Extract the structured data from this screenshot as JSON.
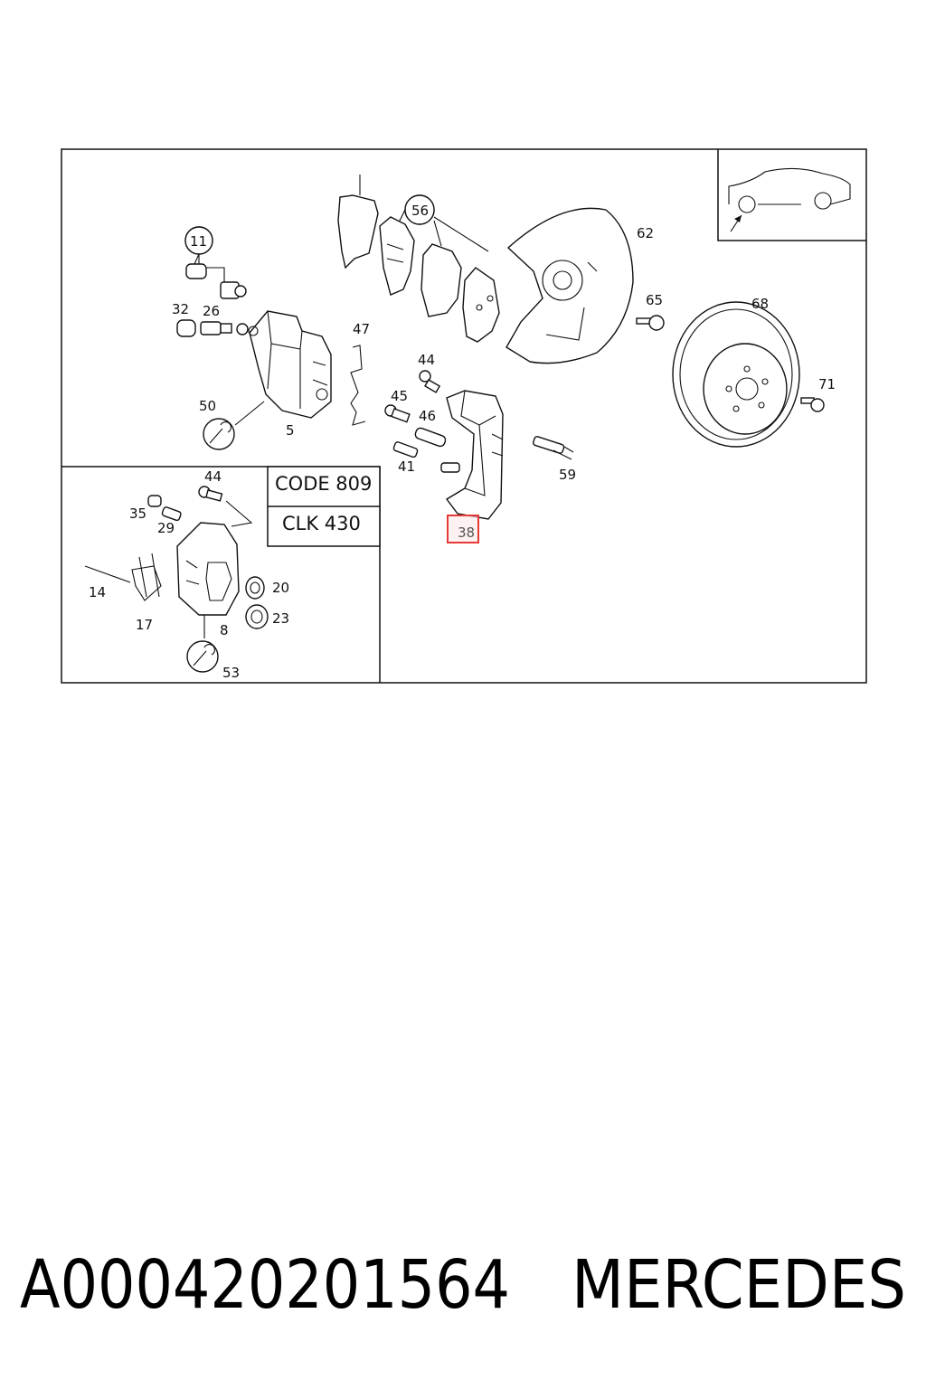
{
  "labels": {
    "l11": "11",
    "l56": "56",
    "l62": "62",
    "l65": "65",
    "l68": "68",
    "l32": "32",
    "l26": "26",
    "l47": "47",
    "l44a": "44",
    "l71": "71",
    "l45": "45",
    "l46": "46",
    "l50": "50",
    "l5": "5",
    "l41": "41",
    "l59": "59",
    "l38": "38",
    "l44b": "44",
    "l35": "35",
    "l29": "29",
    "l14": "14",
    "l20": "20",
    "l23": "23",
    "l17": "17",
    "l8": "8",
    "l53": "53"
  },
  "codes": {
    "code": "CODE 809",
    "model": "CLK 430"
  },
  "highlight": {
    "part": "38",
    "color": "#e53935"
  },
  "footer": {
    "part_number": "A000420201564",
    "brand": "MERCEDES"
  }
}
